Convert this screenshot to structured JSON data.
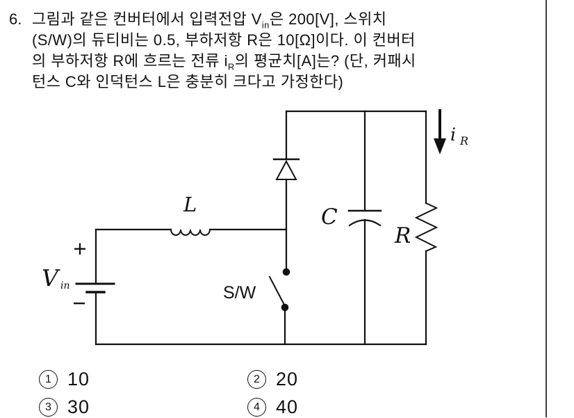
{
  "question": {
    "number": "6.",
    "line1_pre": "그림과 같은 컨버터에서 입력전압 V",
    "line1_sub": "in",
    "line1_post": "은 200[V], 스위치",
    "line2": "(S/W)의 듀티비는 0.5, 부하저항 R은 10[Ω]이다. 이 컨버터",
    "line3_pre": "의 부하저항 R에 흐르는 전류 i",
    "line3_sub": "R",
    "line3_post": "의 평균치[A]는? (단, 커패시",
    "line4": "턴스 C와 인덕턴스 L은 충분히 크다고 가정한다)"
  },
  "circuit": {
    "source_label": "V",
    "source_sub": "in",
    "plus": "+",
    "minus": "−",
    "inductor_label": "L",
    "capacitor_label": "C",
    "resistor_label": "R",
    "switch_label": "S/W",
    "current_label": "i",
    "current_sub": "R"
  },
  "options": [
    {
      "num": "1",
      "value": "10"
    },
    {
      "num": "2",
      "value": "20"
    },
    {
      "num": "3",
      "value": "30"
    },
    {
      "num": "4",
      "value": "40"
    }
  ],
  "colors": {
    "ink": "#111111",
    "background": "#ffffff",
    "divider": "#3d3d3d"
  }
}
